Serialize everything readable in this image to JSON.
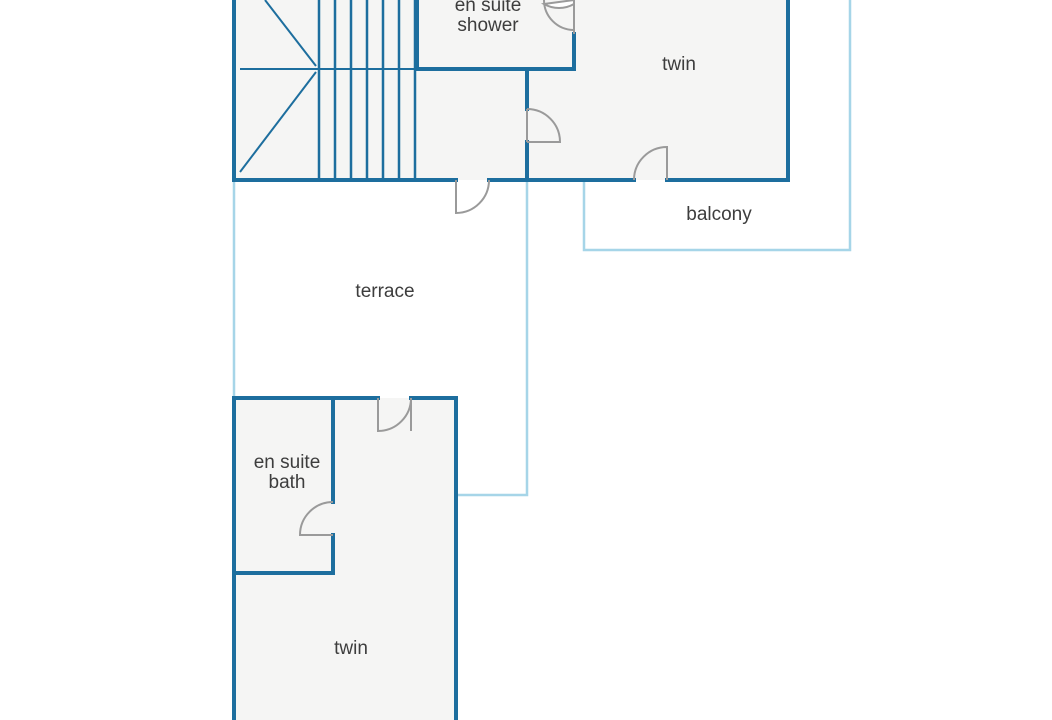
{
  "floorplan": {
    "rooms": {
      "en_suite_shower": {
        "line1": "en suite",
        "line2": "shower"
      },
      "twin_upper": {
        "label": "twin"
      },
      "balcony": {
        "label": "balcony"
      },
      "terrace": {
        "label": "terrace"
      },
      "en_suite_bath": {
        "line1": "en suite",
        "line2": "bath"
      },
      "twin_lower": {
        "label": "twin"
      }
    },
    "colors": {
      "wall": "#1d6e9e",
      "outdoor_outline": "#a6d5e8",
      "room_fill": "#f5f5f4",
      "door": "#9a9a9a",
      "text": "#3d3d3d"
    }
  }
}
